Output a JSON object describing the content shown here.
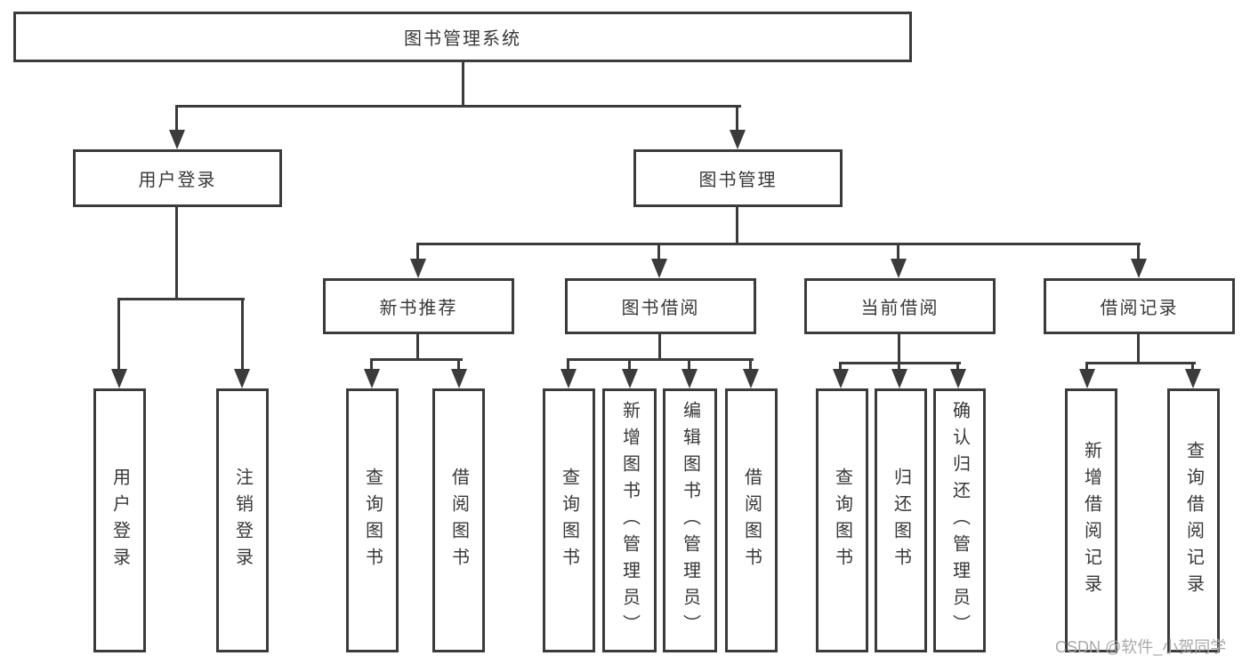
{
  "diagram": {
    "title": "图书管理系统",
    "nodes": {
      "root": {
        "label": "图书管理系统"
      },
      "level2": [
        {
          "label": "用户登录"
        },
        {
          "label": "图书管理"
        }
      ],
      "level3": [
        {
          "label": "新书推荐"
        },
        {
          "label": "图书借阅"
        },
        {
          "label": "当前借阅"
        },
        {
          "label": "借阅记录"
        }
      ],
      "leaves": [
        {
          "label": "用户登录",
          "parent": "用户登录"
        },
        {
          "label": "注销登录",
          "parent": "用户登录"
        },
        {
          "label": "查询图书",
          "parent": "新书推荐"
        },
        {
          "label": "借阅图书",
          "parent": "新书推荐"
        },
        {
          "label": "查询图书",
          "parent": "图书借阅"
        },
        {
          "label": "新增图书（管理员）",
          "parent": "图书借阅"
        },
        {
          "label": "编辑图书（管理员）",
          "parent": "图书借阅"
        },
        {
          "label": "借阅图书",
          "parent": "图书借阅"
        },
        {
          "label": "查询图书",
          "parent": "当前借阅"
        },
        {
          "label": "归还图书",
          "parent": "当前借阅"
        },
        {
          "label": "确认归还（管理员）",
          "parent": "当前借阅"
        },
        {
          "label": "新增借阅记录",
          "parent": "借阅记录"
        },
        {
          "label": "查询借阅记录",
          "parent": "借阅记录"
        }
      ]
    },
    "watermark": "CSDN @软件_小贺同学"
  },
  "colors": {
    "line": "#3b3b3b",
    "text": "#383838",
    "watermark": "#a9a9a9",
    "background": "#ffffff"
  }
}
